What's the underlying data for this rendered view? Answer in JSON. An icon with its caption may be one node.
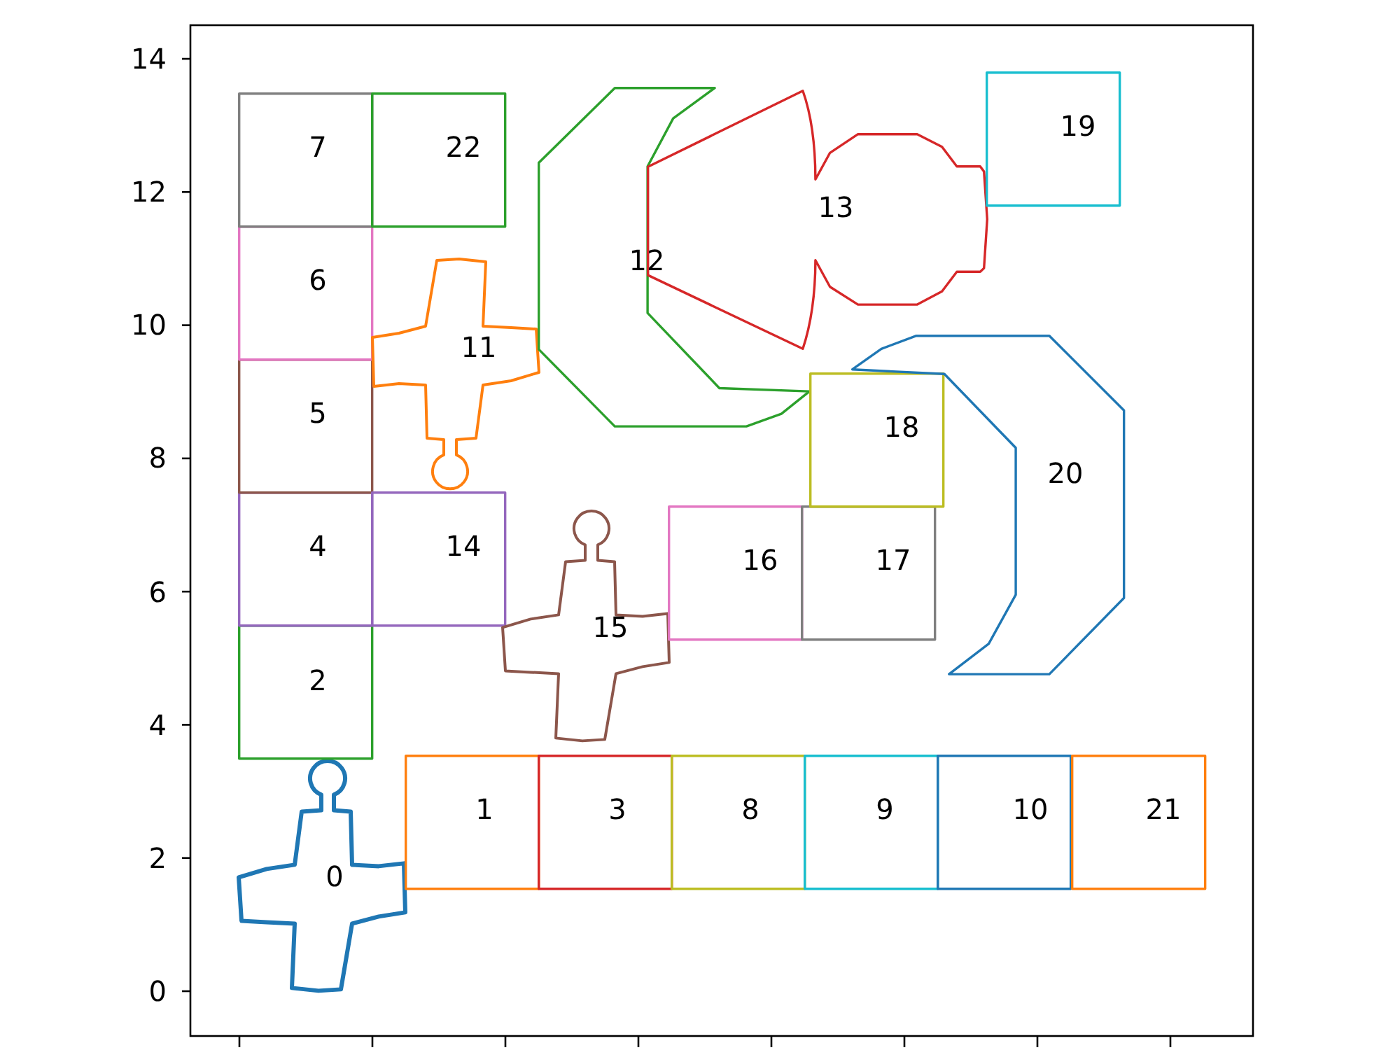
{
  "diagram": {
    "nodes": [
      {
        "text": [
          "0"
        ]
      },
      {
        "text": [
          "1"
        ]
      },
      {
        "text": [
          "2"
        ]
      },
      {
        "text": [
          "3"
        ]
      },
      {
        "text": [
          "4"
        ]
      },
      {
        "text": [
          "5"
        ]
      },
      {
        "text": [
          "6"
        ]
      },
      {
        "text": [
          "7"
        ]
      },
      {
        "text": [
          "8"
        ]
      },
      {
        "text": [
          "9"
        ]
      },
      {
        "text": [
          "10"
        ]
      },
      {
        "text": [
          "11"
        ]
      },
      {
        "text": [
          "12"
        ]
      },
      {
        "text": [
          "13"
        ]
      },
      {
        "text": [
          "14"
        ]
      },
      {
        "text": [
          "15"
        ]
      },
      {
        "text": [
          "16"
        ]
      },
      {
        "text": [
          "17"
        ]
      },
      {
        "text": [
          "18"
        ]
      },
      {
        "text": [
          "19"
        ]
      },
      {
        "text": [
          "20"
        ]
      },
      {
        "text": [
          "21"
        ]
      },
      {
        "text": [
          "22"
        ]
      }
    ],
    "labels": [
      "14",
      "12",
      "10",
      "8",
      "6",
      "4",
      "2",
      "0"
    ]
  }
}
